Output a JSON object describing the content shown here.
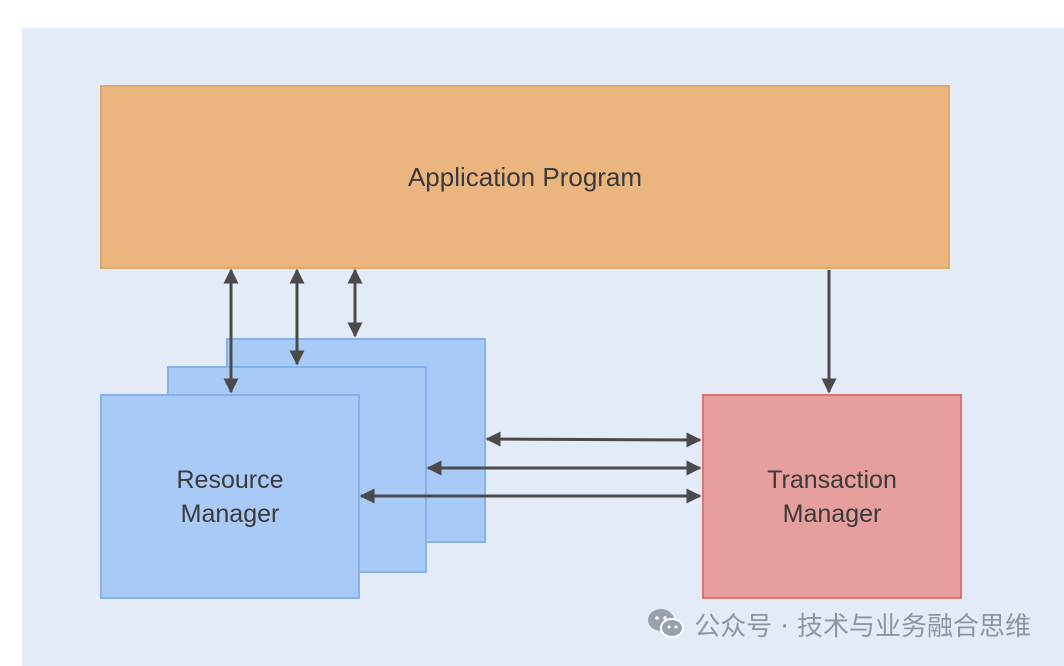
{
  "diagram": {
    "application_program": "Application Program",
    "resource_manager": [
      "Resource",
      "Manager"
    ],
    "transaction_manager": [
      "Transaction",
      "Manager"
    ]
  },
  "watermark": {
    "text": "公众号 · 技术与业务融合思维",
    "icon": "wechat-icon"
  },
  "colors": {
    "background": "#e3ebf7",
    "application_program": "#eab57f",
    "resource_manager": "#a9c9f6",
    "transaction_manager": "#e79f9d",
    "arrow": "#4a4a4a"
  }
}
